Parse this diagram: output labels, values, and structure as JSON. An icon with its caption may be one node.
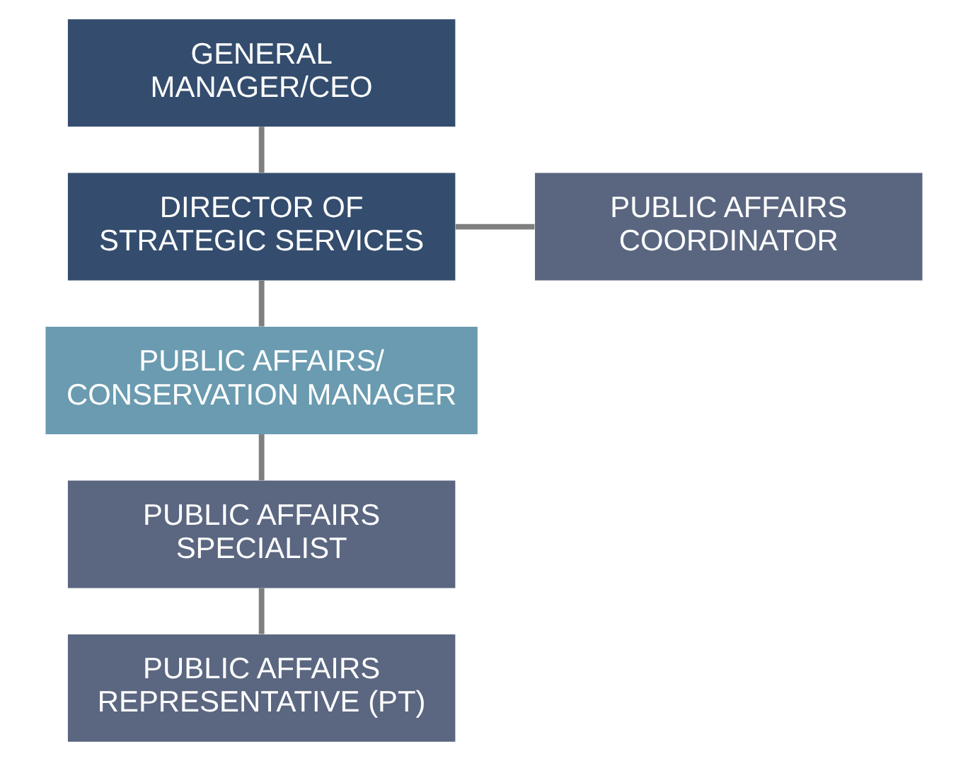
{
  "diagram": {
    "nodes": [
      {
        "text": [
          "GENERAL MANAGER/CEO"
        ]
      },
      {
        "text": [
          "DIRECTOR OF STRATEGIC SERVICES"
        ]
      },
      {
        "text": [
          "PUBLIC AFFAIRS COORDINATOR"
        ]
      },
      {
        "text": [
          "PUBLIC AFFAIRS/ CONSERVATION MANAGER"
        ]
      },
      {
        "text": [
          "PUBLIC AFFAIRS SPECIALIST"
        ]
      },
      {
        "text": [
          "PUBLIC AFFAIRS REPRESENTATIVE (PT)"
        ]
      }
    ],
    "edges": [
      {
        "from": 0,
        "to": 1,
        "arrow": "none"
      },
      {
        "from": 1,
        "to": 2,
        "arrow": "none"
      },
      {
        "from": 1,
        "to": 3,
        "arrow": "none"
      },
      {
        "from": 3,
        "to": 4,
        "arrow": "none"
      },
      {
        "from": 4,
        "to": 5,
        "arrow": "none"
      }
    ]
  }
}
